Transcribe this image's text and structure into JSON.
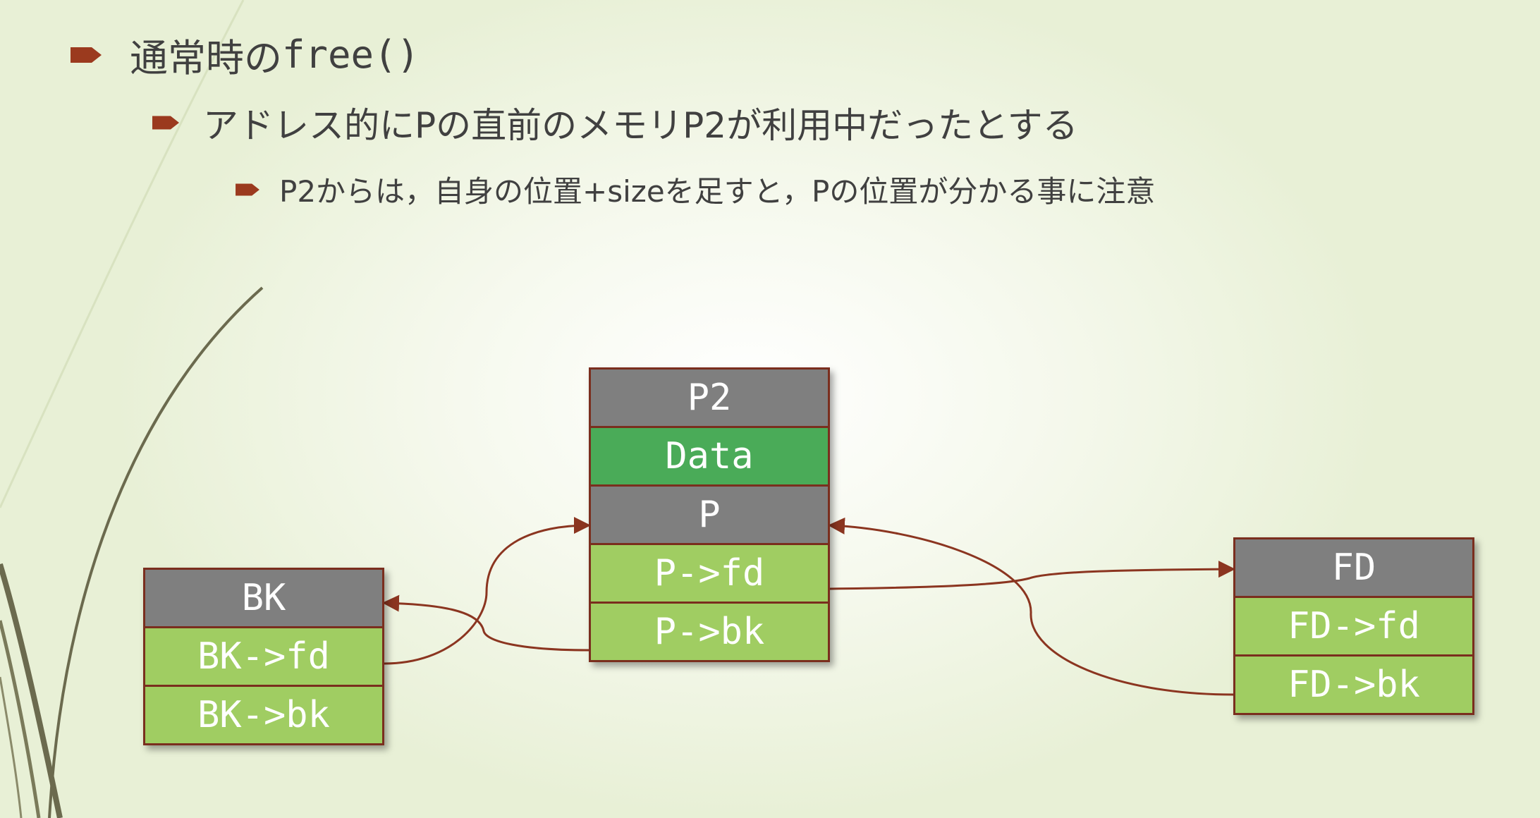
{
  "bullets": {
    "level1_text": "通常時の",
    "level1_code": "free()",
    "level2": "アドレス的にPの直前のメモリP2が利用中だったとする",
    "level3": "P2からは，自身の位置+sizeを足すと，Pの位置が分かる事に注意"
  },
  "diagram": {
    "p2_chunk": {
      "header": "P2",
      "data": "Data",
      "p": "P",
      "fd": "P->fd",
      "bk": "P->bk"
    },
    "bk_chunk": {
      "header": "BK",
      "fd": "BK->fd",
      "bk": "BK->bk"
    },
    "fd_chunk": {
      "header": "FD",
      "fd": "FD->fd",
      "bk": "FD->bk"
    }
  },
  "colors": {
    "bullet_arrow": "#9b3a1e",
    "header_gray": "#7f7f7f",
    "data_green": "#4aab58",
    "field_green": "#a0cd62",
    "border": "#7a2e1e",
    "connector": "#8b3520"
  },
  "icons": {
    "bullet": "right-arrow-icon"
  }
}
